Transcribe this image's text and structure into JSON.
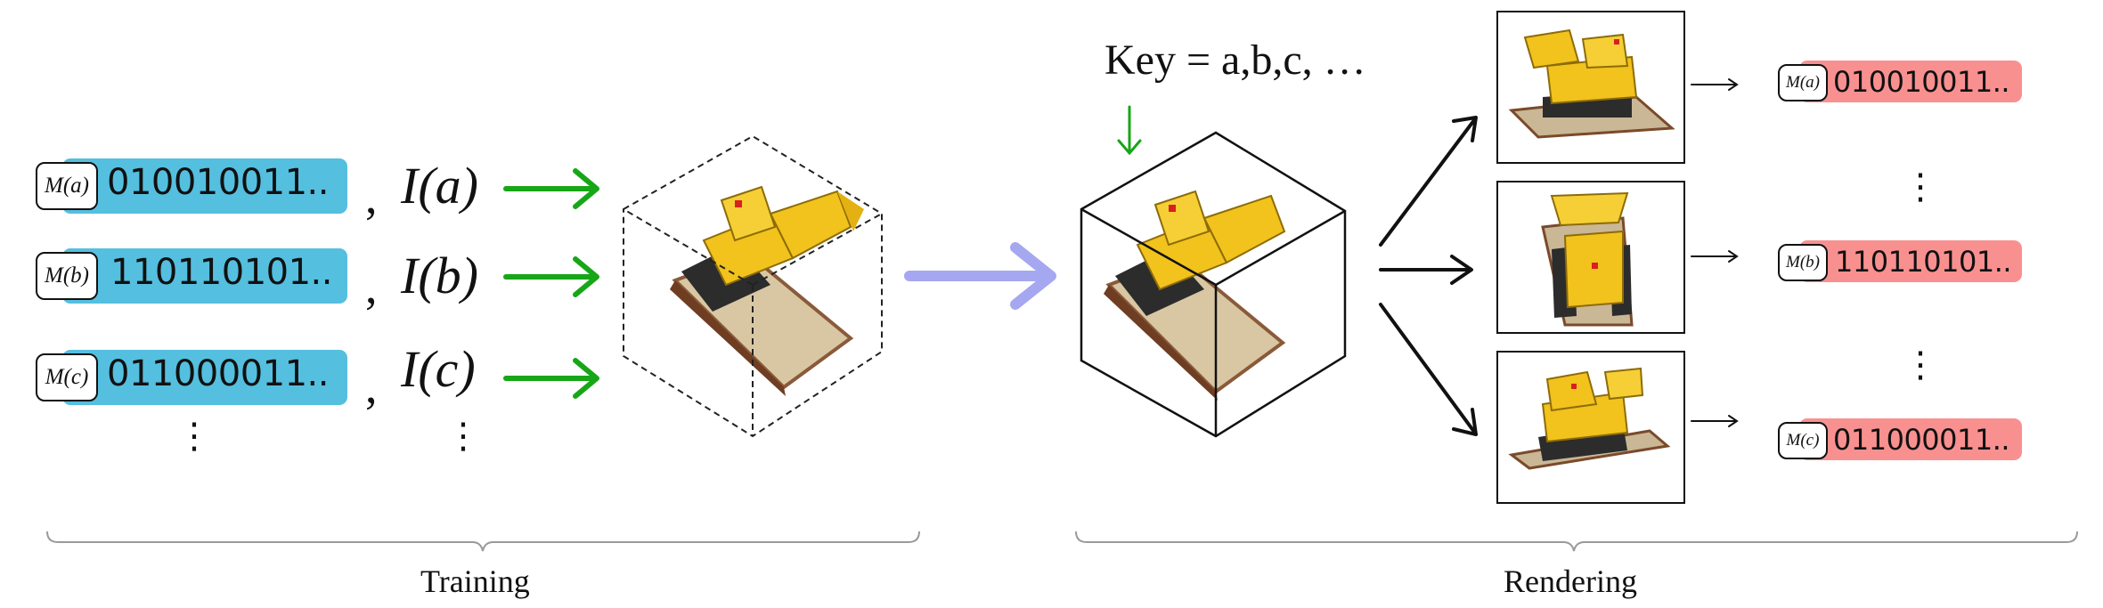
{
  "training": {
    "rows": [
      {
        "tag": "M(a)",
        "code": "010010011..",
        "image": "I(a)"
      },
      {
        "tag": "M(b)",
        "code": "110110101..",
        "image": "I(b)"
      },
      {
        "tag": "M(c)",
        "code": "011000011..",
        "image": "I(c)"
      }
    ],
    "comma": ",",
    "ellipsis": "⋮",
    "label": "Training"
  },
  "rendering": {
    "key_text": "Key = a,b,c, …",
    "outputs": [
      {
        "tag": "M(a)",
        "code": "010010011.."
      },
      {
        "tag": "M(b)",
        "code": "110110101.."
      },
      {
        "tag": "M(c)",
        "code": "011000011.."
      }
    ],
    "ellipsis": "⋮",
    "label": "Rendering"
  },
  "colors": {
    "training_code_bg": "#55bfdf",
    "rendering_code_bg": "#f99090",
    "green_arrow": "#17a617",
    "main_arrow": "#a5a8f0",
    "toy_yellow": "#f2c21d"
  },
  "icons": [
    "lego-bulldozer-image",
    "dashed-cube-icon",
    "solid-cube-icon",
    "arrow-right-icon",
    "arrow-down-icon"
  ]
}
